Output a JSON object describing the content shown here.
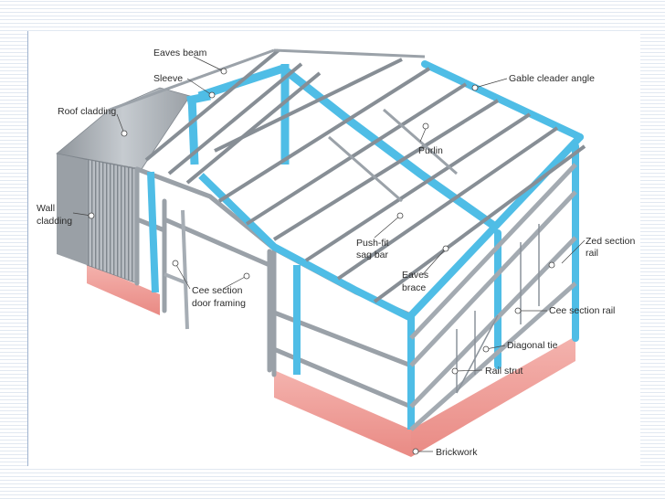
{
  "labels": {
    "eaves_beam": "Eaves beam",
    "sleeve": "Sleeve",
    "roof_cladding": "Roof cladding",
    "wall_cladding_1": "Wall",
    "wall_cladding_2": "cladding",
    "gable_cleader_angle": "Gable cleader angle",
    "purlin": "Purlin",
    "zed_rail_1": "Zed section",
    "zed_rail_2": "rail",
    "push_fit_1": "Push-fit",
    "push_fit_2": "sag bar",
    "eaves_brace_1": "Eaves",
    "eaves_brace_2": "brace",
    "cee_door_1": "Cee section",
    "cee_door_2": "door framing",
    "cee_rail": "Cee section rail",
    "diagonal_tie": "Diagonal tie",
    "rail_strut": "Rail strut",
    "brickwork": "Brickwork"
  },
  "colors": {
    "steel_blue": "#59c3ea",
    "steel_blue_dark": "#2a9fd0",
    "galvanised": "#c9ced4",
    "galvanised_dark": "#8b939b",
    "cladding": "#b7bcc2",
    "brick": "#f2a7a2",
    "leader": "#444444"
  }
}
